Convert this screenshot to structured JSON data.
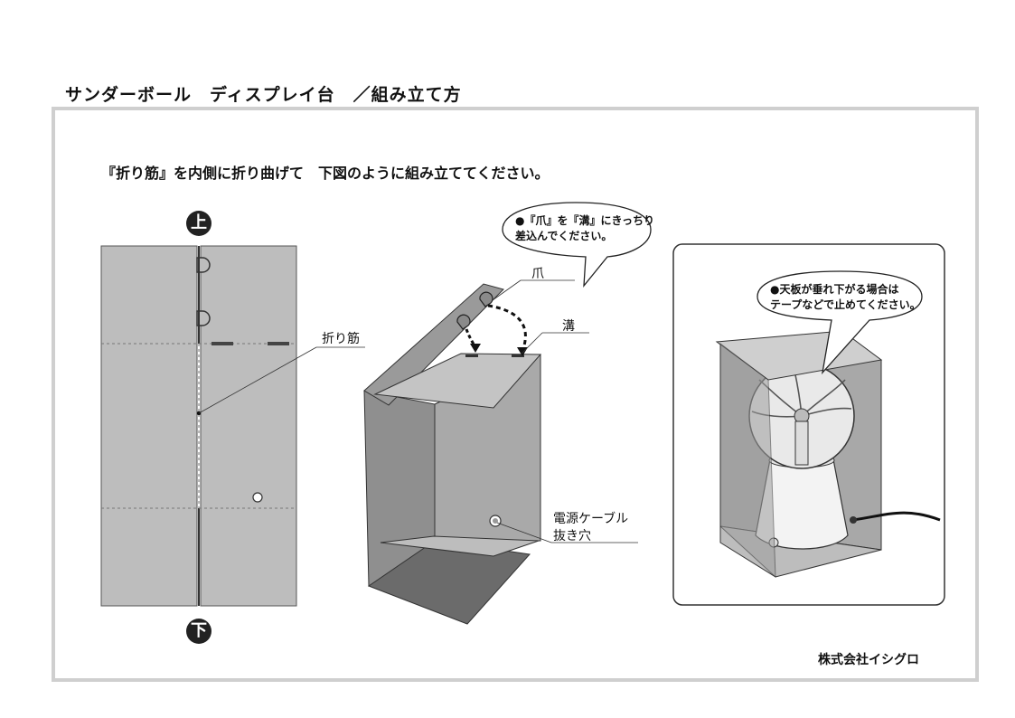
{
  "title": "サンダーボール　ディスプレイ台　／組み立て方",
  "instruction": "『折り筋』を内側に折り曲げて　下図のように組み立ててください。",
  "flat_diagram": {
    "top_badge": "上",
    "bottom_badge": "下",
    "fold_label": "折り筋"
  },
  "folding_diagram": {
    "bubble_line1": "●『爪』を『溝』にきっちり",
    "bubble_line2": "差込んでください。",
    "claw_label": "爪",
    "groove_label": "溝",
    "cable_label_line1": "電源ケーブル",
    "cable_label_line2": "抜き穴"
  },
  "assembled_diagram": {
    "bubble_line1": "●天板が垂れ下がる場合は",
    "bubble_line2": "テープなどで止めてください。"
  },
  "company": "株式会社イシグロ",
  "colors": {
    "panel": "#bdbdbd",
    "panel_dark": "#8f8f8f",
    "frame": "#cfcfcf",
    "badge": "#222222"
  }
}
